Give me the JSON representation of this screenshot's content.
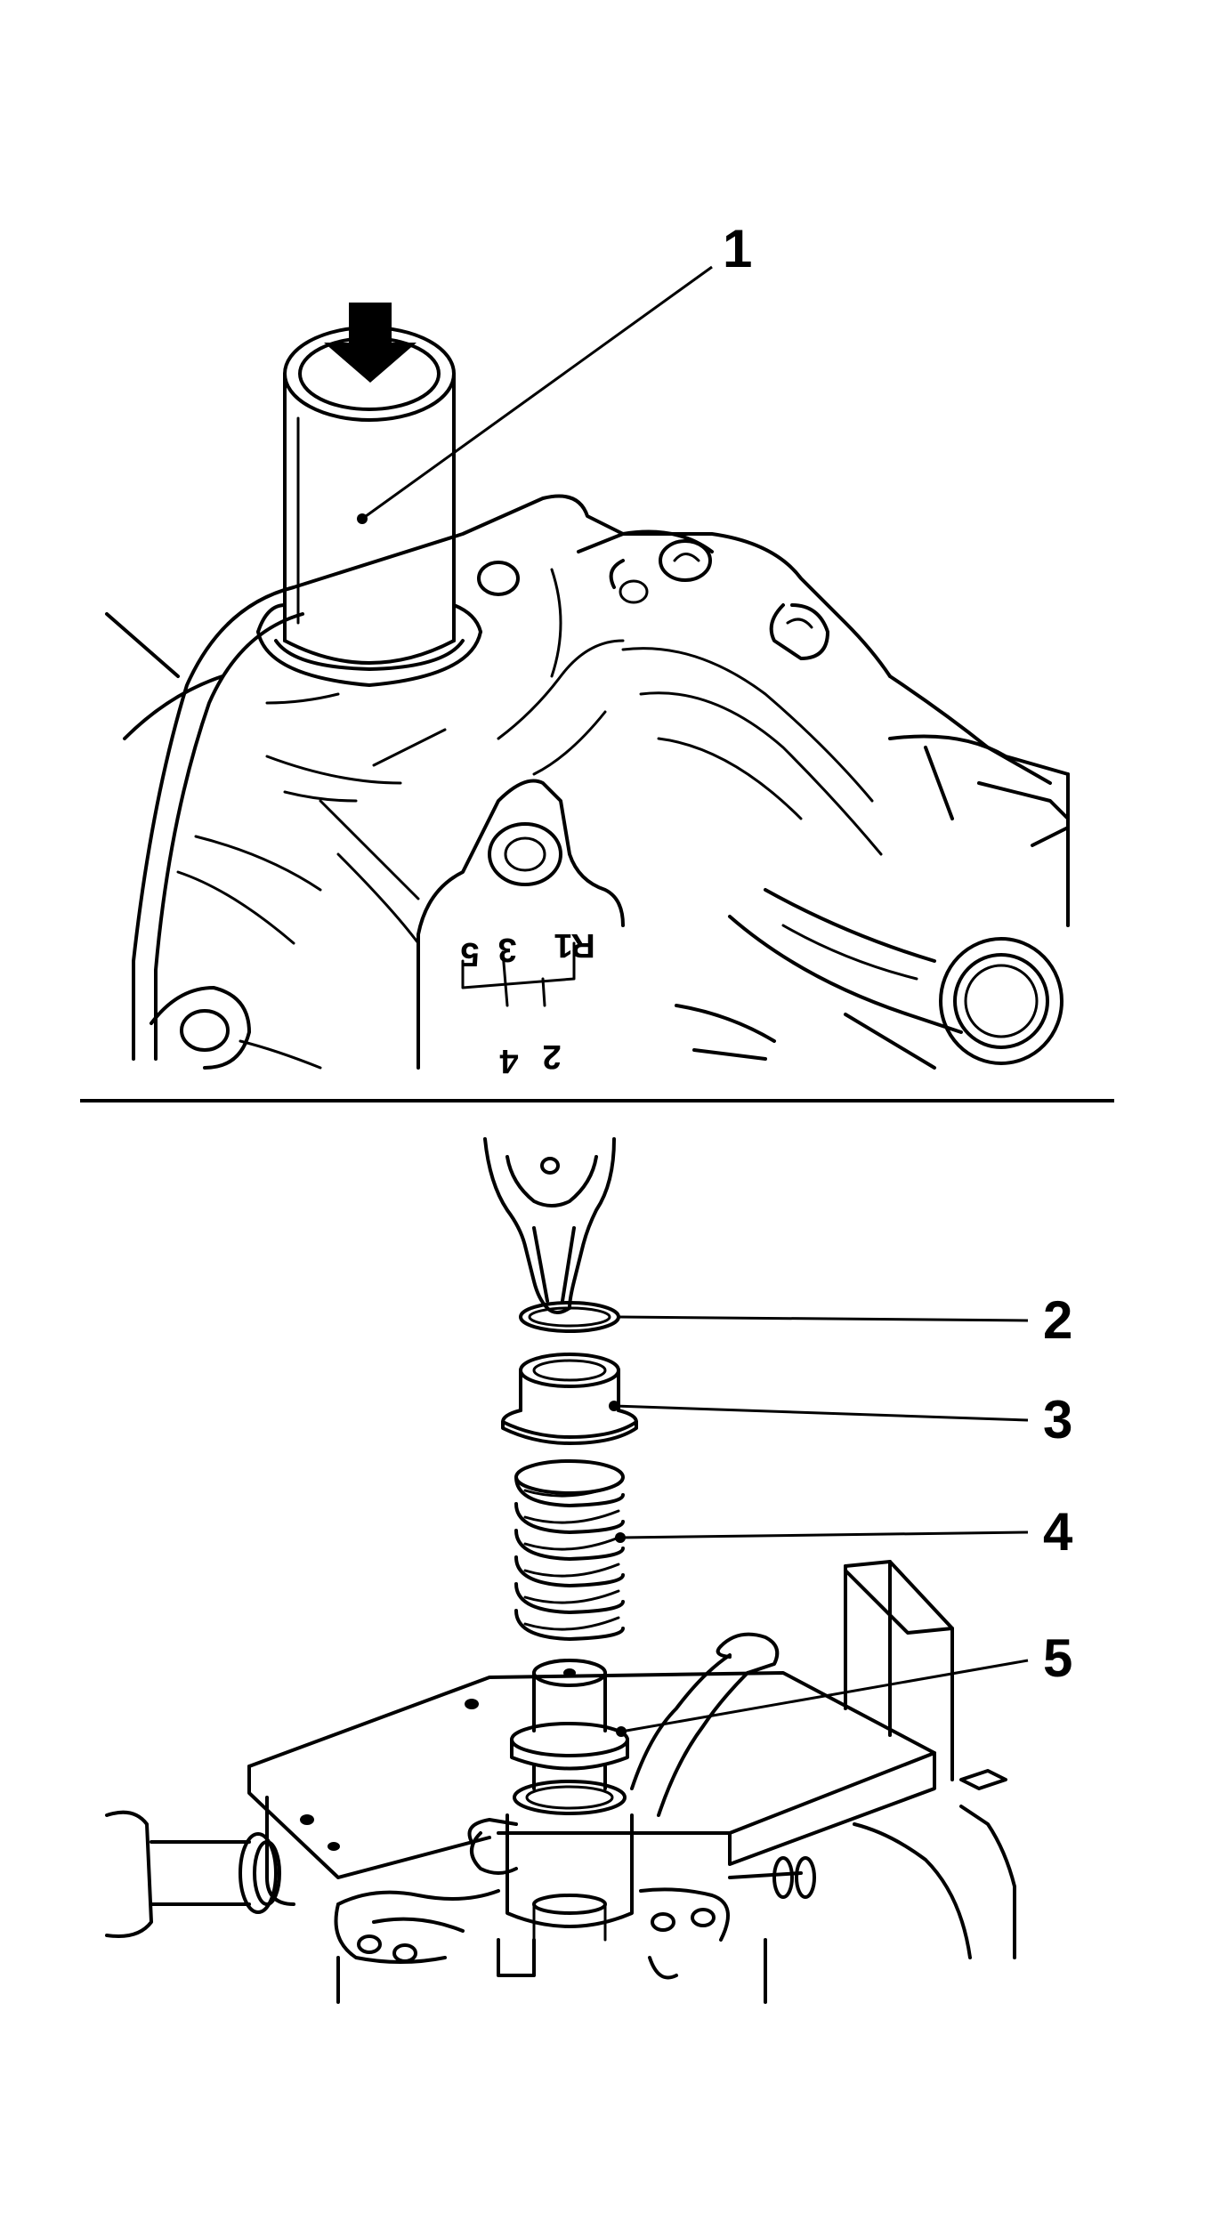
{
  "callouts": [
    {
      "id": "1",
      "label": "1"
    },
    {
      "id": "2",
      "label": "2"
    },
    {
      "id": "3",
      "label": "3"
    },
    {
      "id": "4",
      "label": "4"
    },
    {
      "id": "5",
      "label": "5"
    }
  ],
  "shift_pattern": {
    "top_row": [
      "R",
      "1",
      "3",
      "5"
    ],
    "bottom_row": [
      "2",
      "4"
    ]
  },
  "colors": {
    "line": "#000000",
    "background": "#ffffff"
  }
}
